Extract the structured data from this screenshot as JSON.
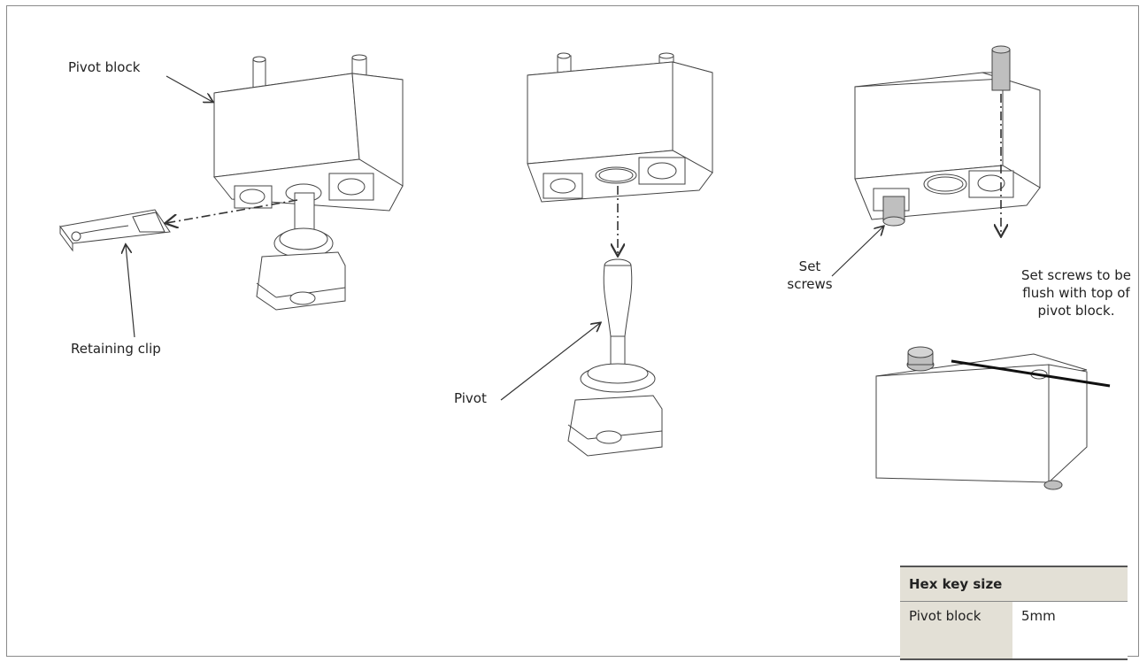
{
  "labels": {
    "pivot_block": "Pivot block",
    "retaining_clip": "Retaining clip",
    "pivot": "Pivot",
    "set_screws": "Set\nscrews",
    "note": "Set screws to be flush with top of pivot block."
  },
  "hex_table": {
    "header": "Hex key size",
    "rows": [
      {
        "item": "Pivot block",
        "size": "5mm"
      }
    ]
  },
  "colors": {
    "line": "#333333",
    "shade": "#bfbfbf",
    "table_fill": "#e3e0d6"
  }
}
